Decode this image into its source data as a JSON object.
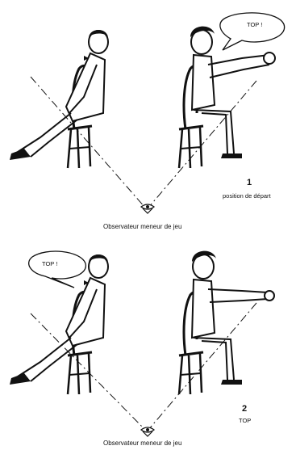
{
  "panels": [
    {
      "number": "1",
      "caption": "position de départ",
      "observer": "Observateur meneur de jeu",
      "speech": "TOP !"
    },
    {
      "number": "2",
      "caption": "TOP",
      "observer": "Observateur meneur de jeu",
      "speech": "TOP !"
    }
  ]
}
